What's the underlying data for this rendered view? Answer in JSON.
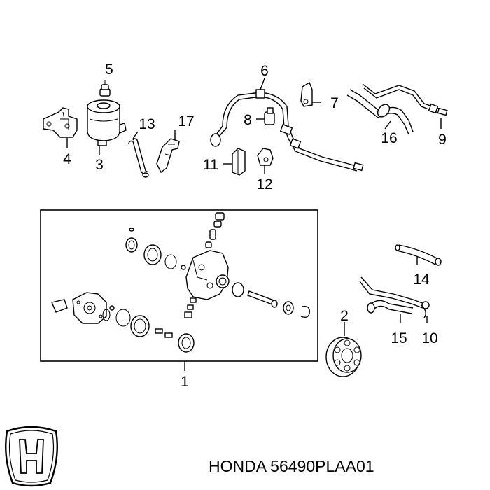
{
  "callouts": {
    "c1": "1",
    "c2": "2",
    "c3": "3",
    "c4": "4",
    "c5": "5",
    "c6": "6",
    "c7": "7",
    "c8": "8",
    "c9": "9",
    "c10": "10",
    "c11": "11",
    "c12": "12",
    "c13": "13",
    "c14": "14",
    "c15": "15",
    "c16": "16",
    "c17": "17"
  },
  "brand_text": "HONDA 56490PLAA01",
  "logo": {
    "name": "honda-logo-icon",
    "text": "H"
  }
}
